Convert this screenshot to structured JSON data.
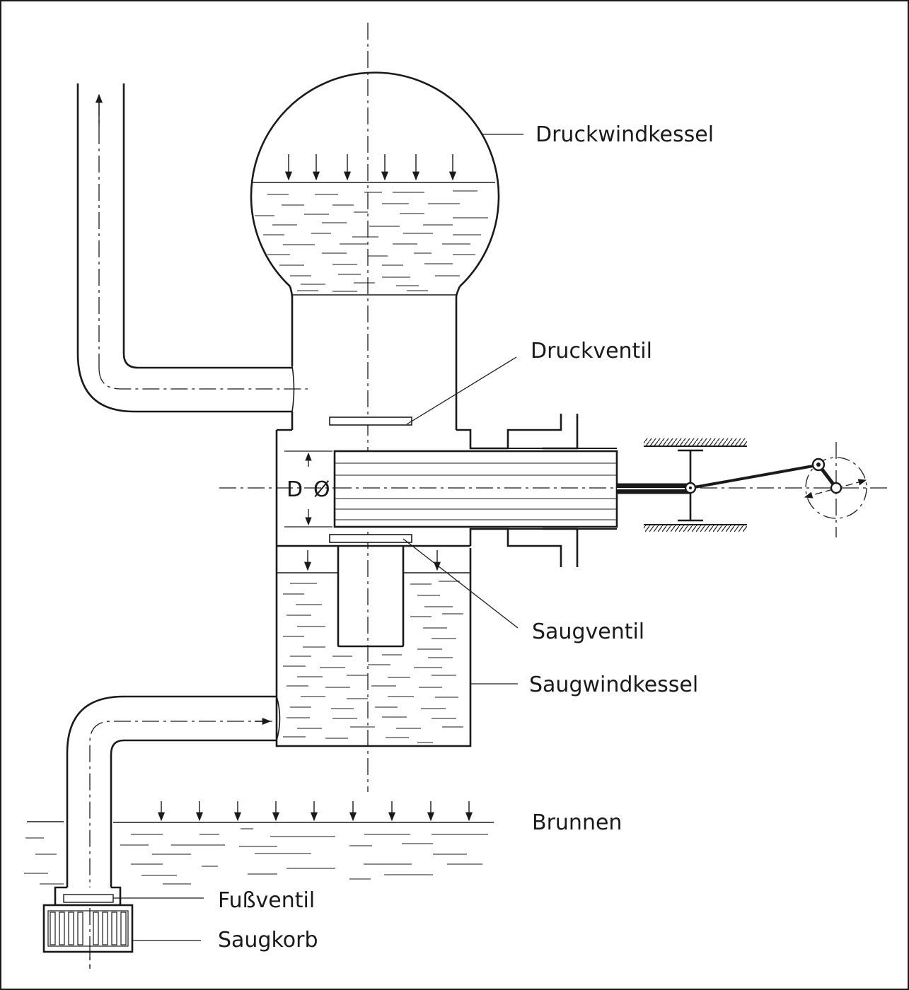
{
  "labels": {
    "druckwindkessel": "Druckwindkessel",
    "druckventil": "Druckventil",
    "saugventil": "Saugventil",
    "saugwindkessel": "Saugwindkessel",
    "brunnen": "Brunnen",
    "fussventil": "Fußventil",
    "saugkorb": "Saugkorb"
  },
  "dimension": {
    "diameter_letter": "D",
    "diameter_symbol": "Ø"
  },
  "colors": {
    "stroke": "#1a1a1a",
    "background": "#ffffff"
  }
}
